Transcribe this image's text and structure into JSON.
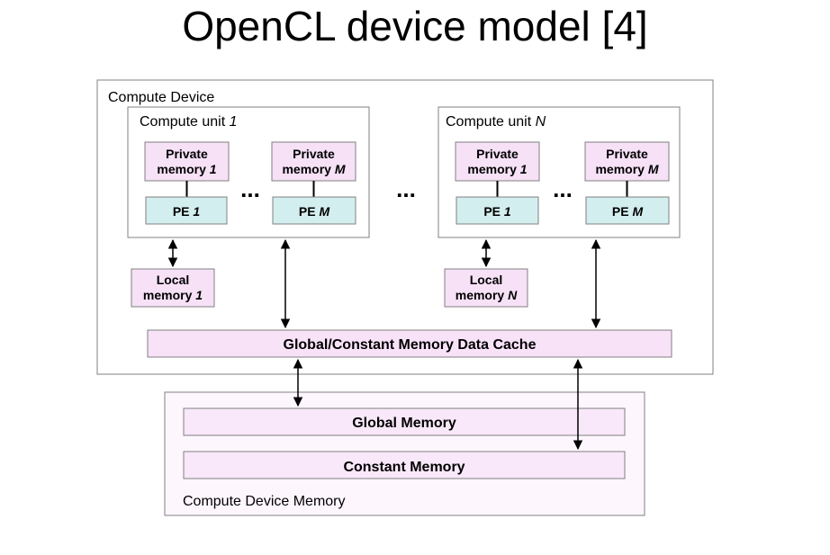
{
  "title": "OpenCL device model [4]",
  "device_label": "Compute Device",
  "units": [
    {
      "prefix": "Compute unit ",
      "index": "1",
      "private_label": "Private",
      "private_first": {
        "label": "memory ",
        "index": "1"
      },
      "private_last": {
        "label": "memory ",
        "index": "M"
      },
      "pe_first": {
        "label": "PE ",
        "index": "1"
      },
      "pe_last": {
        "label": "PE ",
        "index": "M"
      },
      "local": {
        "line1": "Local",
        "line2": "memory ",
        "index": "1"
      }
    },
    {
      "prefix": "Compute unit ",
      "index": "N",
      "private_label": "Private",
      "private_first": {
        "label": "memory ",
        "index": "1"
      },
      "private_last": {
        "label": "memory ",
        "index": "M"
      },
      "pe_first": {
        "label": "PE ",
        "index": "1"
      },
      "pe_last": {
        "label": "PE ",
        "index": "M"
      },
      "local": {
        "line1": "Local",
        "line2": "memory ",
        "index": "N"
      }
    }
  ],
  "ellipsis": "...",
  "cache_label": "Global/Constant Memory Data Cache",
  "device_memory_label": "Compute Device Memory",
  "global_memory_label": "Global Memory",
  "constant_memory_label": "Constant Memory",
  "colors": {
    "private_fill": "#f6e1f6",
    "pe_fill": "#d3eeee",
    "cache_fill": "#f8e2f8",
    "memory_fill": "#f9e8f9",
    "memory_area_fill": "#fdf6fd",
    "border": "#808080"
  }
}
